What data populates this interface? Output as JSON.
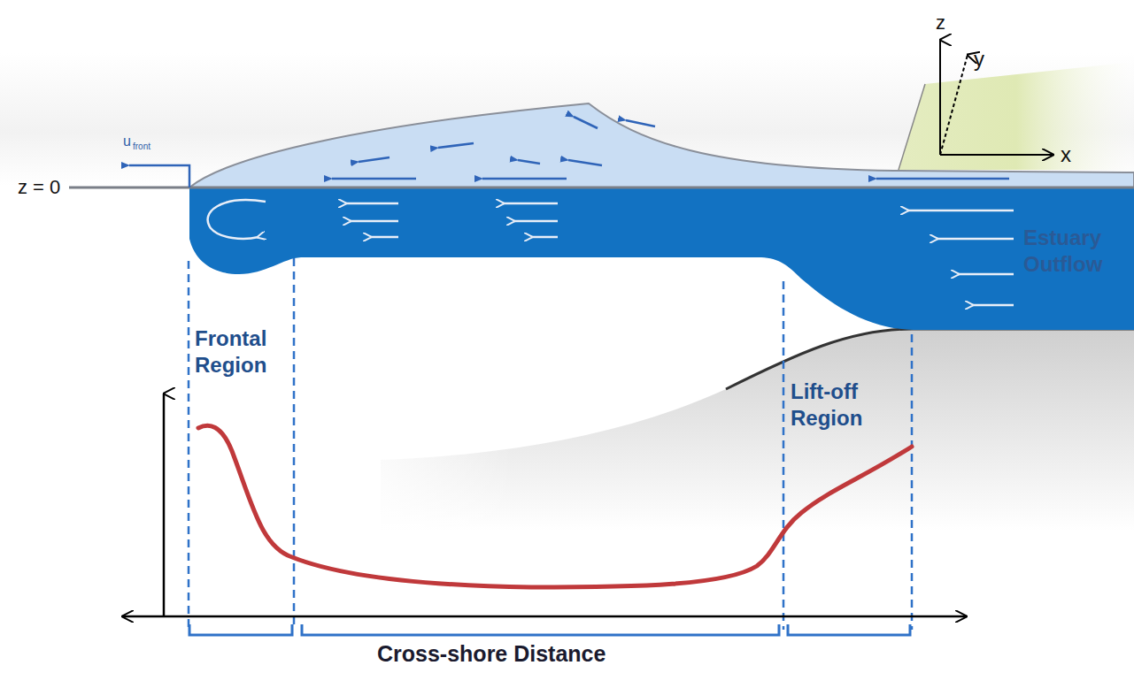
{
  "diagram": {
    "labels": [
      "u",
      "front",
      "z = 0",
      "z",
      "y",
      "x",
      "Estuary Outflow",
      "Frontal Region",
      "Lift-off Region",
      "Cross-shore Distance"
    ]
  }
}
